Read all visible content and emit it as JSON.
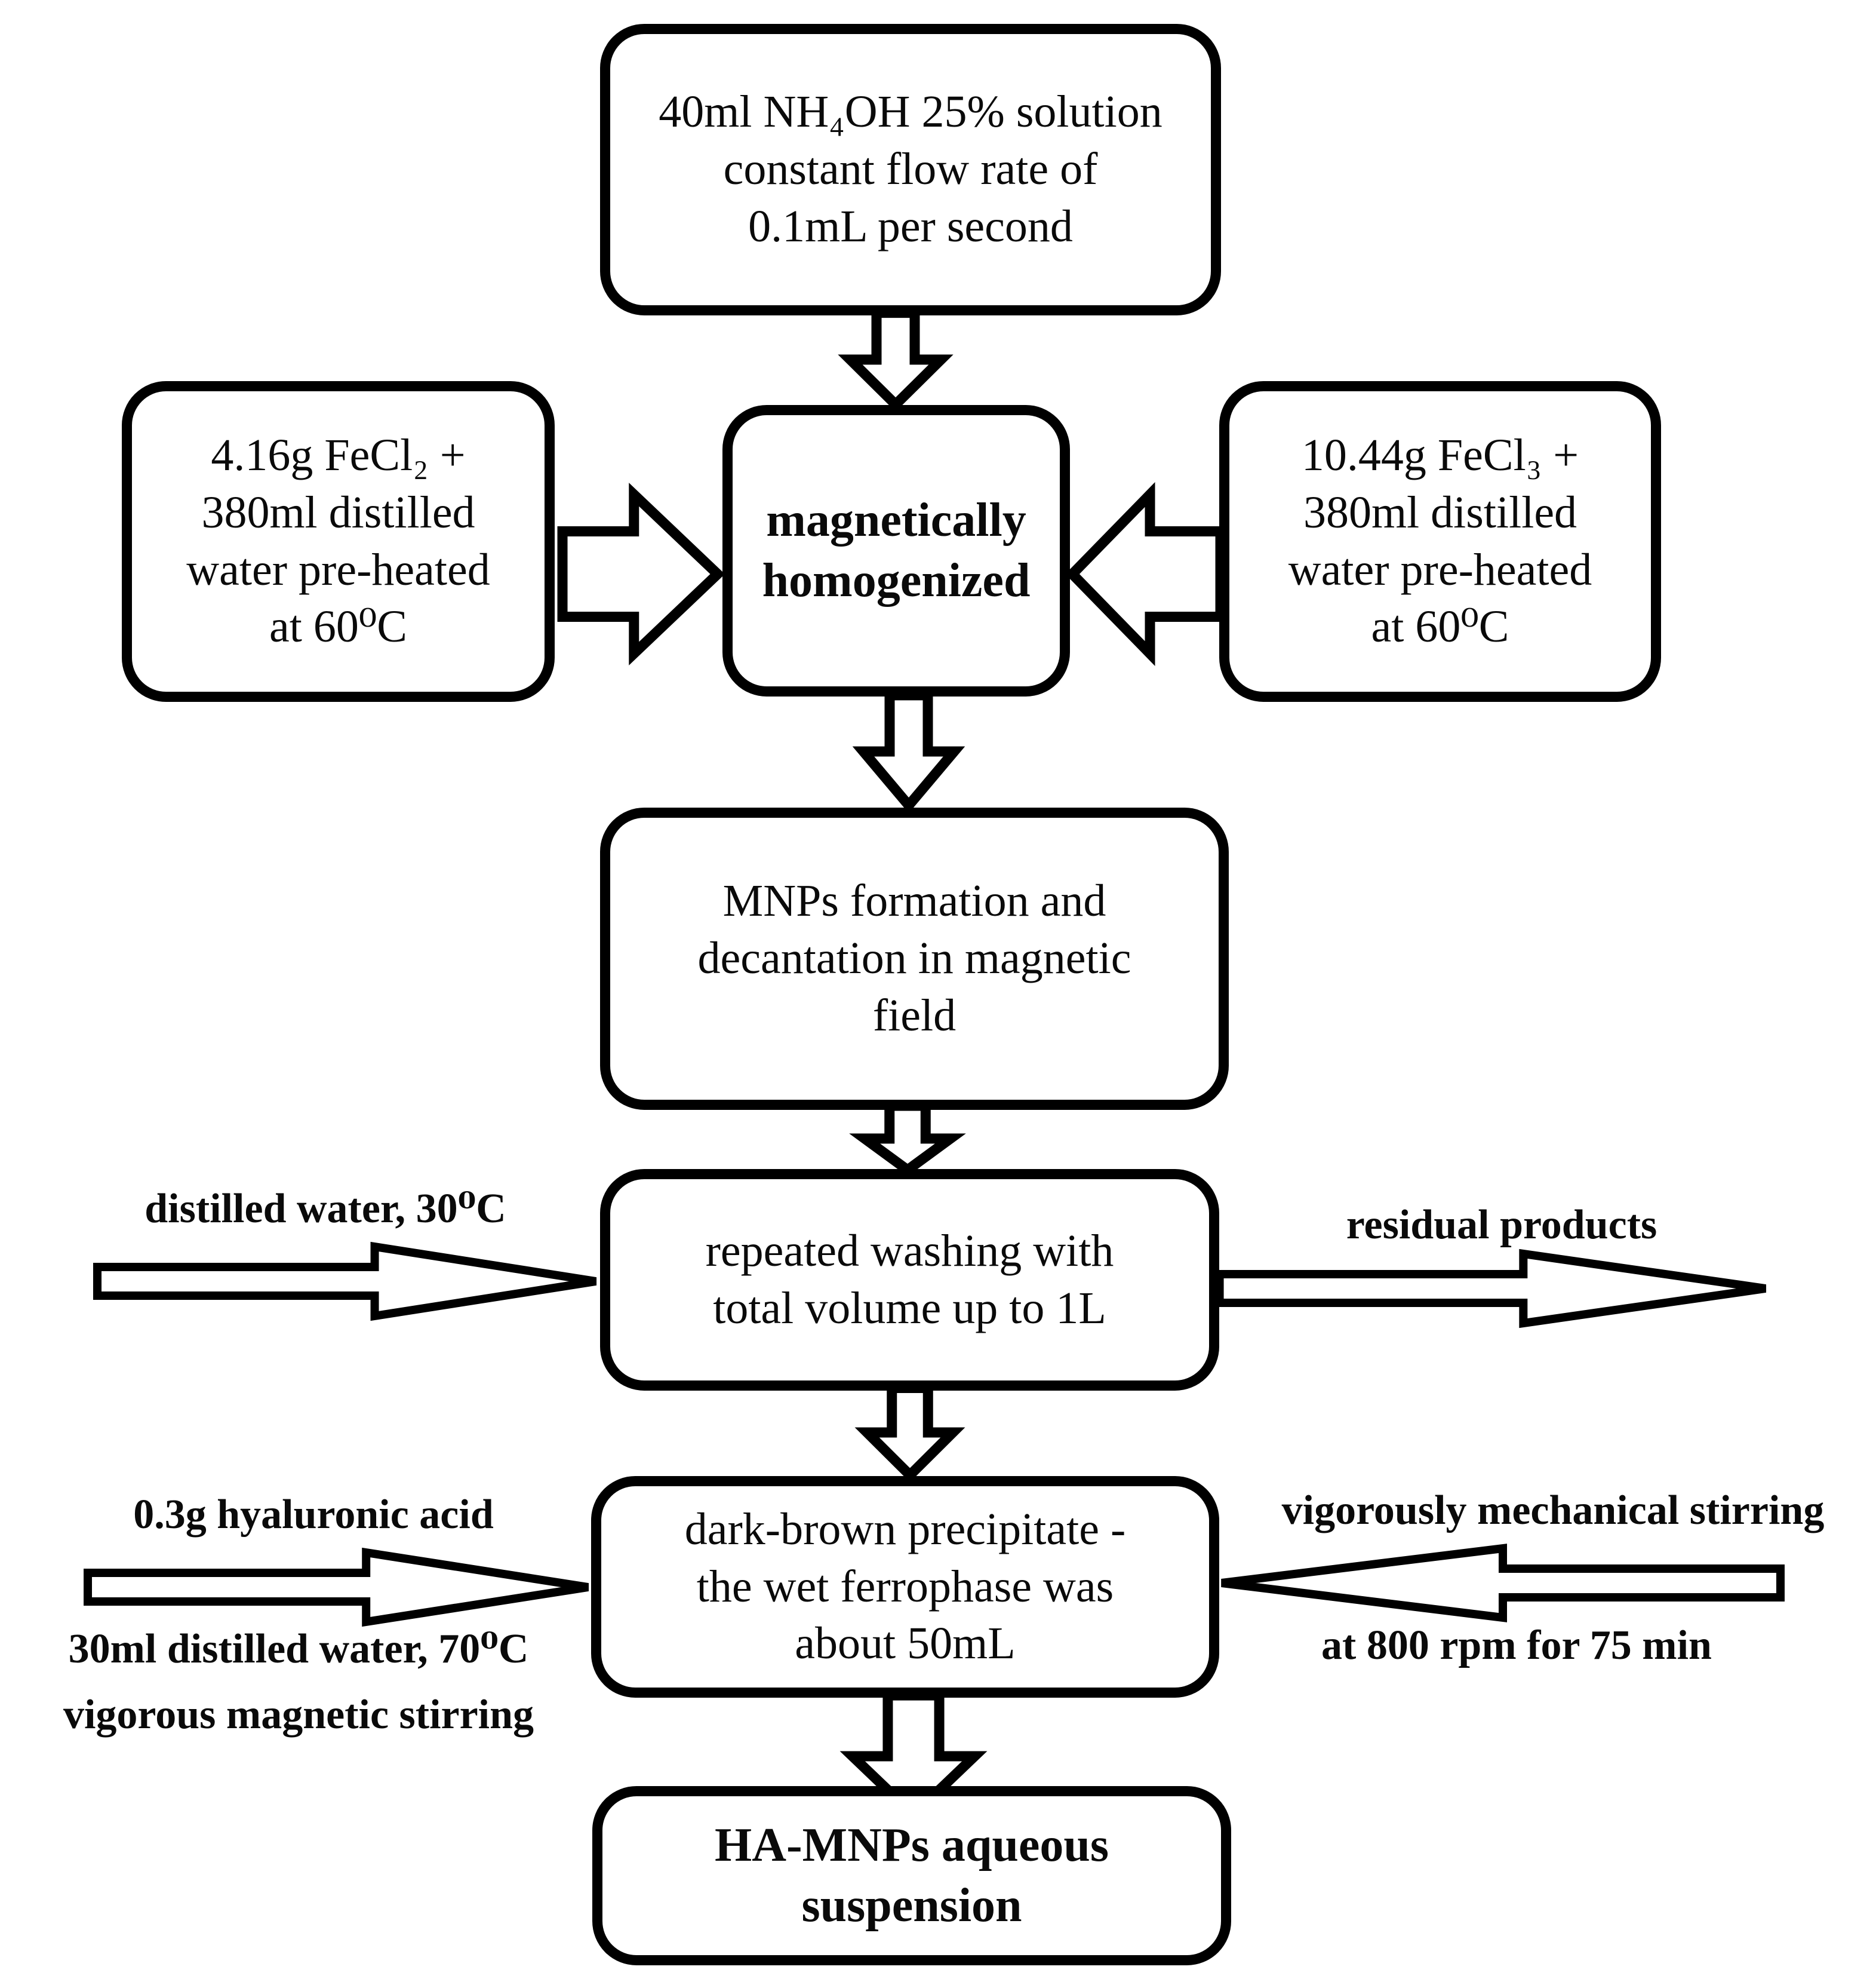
{
  "figure": {
    "type": "flowchart",
    "topic": "Synthesis of HA-MNPs (hyaluronic acid coated magnetic nanoparticles)",
    "background_color": "#ffffff",
    "ink_color": "#000000"
  },
  "boxes": {
    "ammonia": {
      "lines": [
        "40ml NH₄OH 25% solution",
        "constant flow rate of",
        "0.1mL per second"
      ]
    },
    "fecl2": {
      "lines": [
        "4.16g FeCl₂ +",
        "380ml distilled",
        "water pre-heated",
        "at 60⁰C"
      ]
    },
    "homogenize": {
      "lines": [
        "magnetically",
        "homogenized"
      ]
    },
    "fecl3": {
      "lines": [
        "10.44g FeCl₃ +",
        "380ml distilled",
        "water pre-heated",
        "at 60⁰C"
      ]
    },
    "mnps": {
      "lines": [
        "MNPs formation and",
        "decantation in magnetic",
        "field"
      ]
    },
    "washing": {
      "lines": [
        "repeated washing with",
        "total volume up to 1L"
      ]
    },
    "precipitate": {
      "lines": [
        "dark-brown precipitate -",
        "the wet ferrophase was",
        "about 50mL"
      ]
    },
    "final": {
      "lines": [
        "HA-MNPs aqueous",
        "suspension"
      ]
    }
  },
  "labels": {
    "washing_in": "distilled water, 30⁰C",
    "washing_out": "residual products",
    "precip_in_top": "0.3g hyaluronic acid",
    "precip_in_bottom1": "30ml distilled water, 70⁰C",
    "precip_in_bottom2": "vigorous magnetic stirring",
    "precip_stir_top": "vigorously mechanical stirring",
    "precip_stir_bottom": "at 800 rpm for 75 min"
  },
  "icons": {
    "down_block_arrow": "hollow block arrow pointing down",
    "right_block_arrow": "hollow block arrow pointing right",
    "left_block_arrow": "hollow block arrow pointing left",
    "thin_right_arrow": "long thin hollow arrow pointing right",
    "thin_left_arrow": "long thin hollow arrow pointing left"
  },
  "edges": [
    {
      "from": "ammonia",
      "to": "homogenize",
      "arrow": "down_block_arrow"
    },
    {
      "from": "fecl2",
      "to": "homogenize",
      "arrow": "right_block_arrow"
    },
    {
      "from": "fecl3",
      "to": "homogenize",
      "arrow": "left_block_arrow"
    },
    {
      "from": "homogenize",
      "to": "mnps",
      "arrow": "down_block_arrow"
    },
    {
      "from": "mnps",
      "to": "washing",
      "arrow": "down_block_arrow"
    },
    {
      "from": "washing_in_label",
      "to": "washing",
      "arrow": "thin_right_arrow"
    },
    {
      "from": "washing",
      "to": "washing_out_label",
      "arrow": "thin_right_arrow"
    },
    {
      "from": "washing",
      "to": "precipitate",
      "arrow": "down_block_arrow"
    },
    {
      "from": "precip_in_labels",
      "to": "precipitate",
      "arrow": "thin_right_arrow"
    },
    {
      "from": "precip_stir_labels",
      "to": "precipitate",
      "arrow": "thin_left_arrow"
    },
    {
      "from": "precipitate",
      "to": "final",
      "arrow": "down_block_arrow"
    }
  ]
}
